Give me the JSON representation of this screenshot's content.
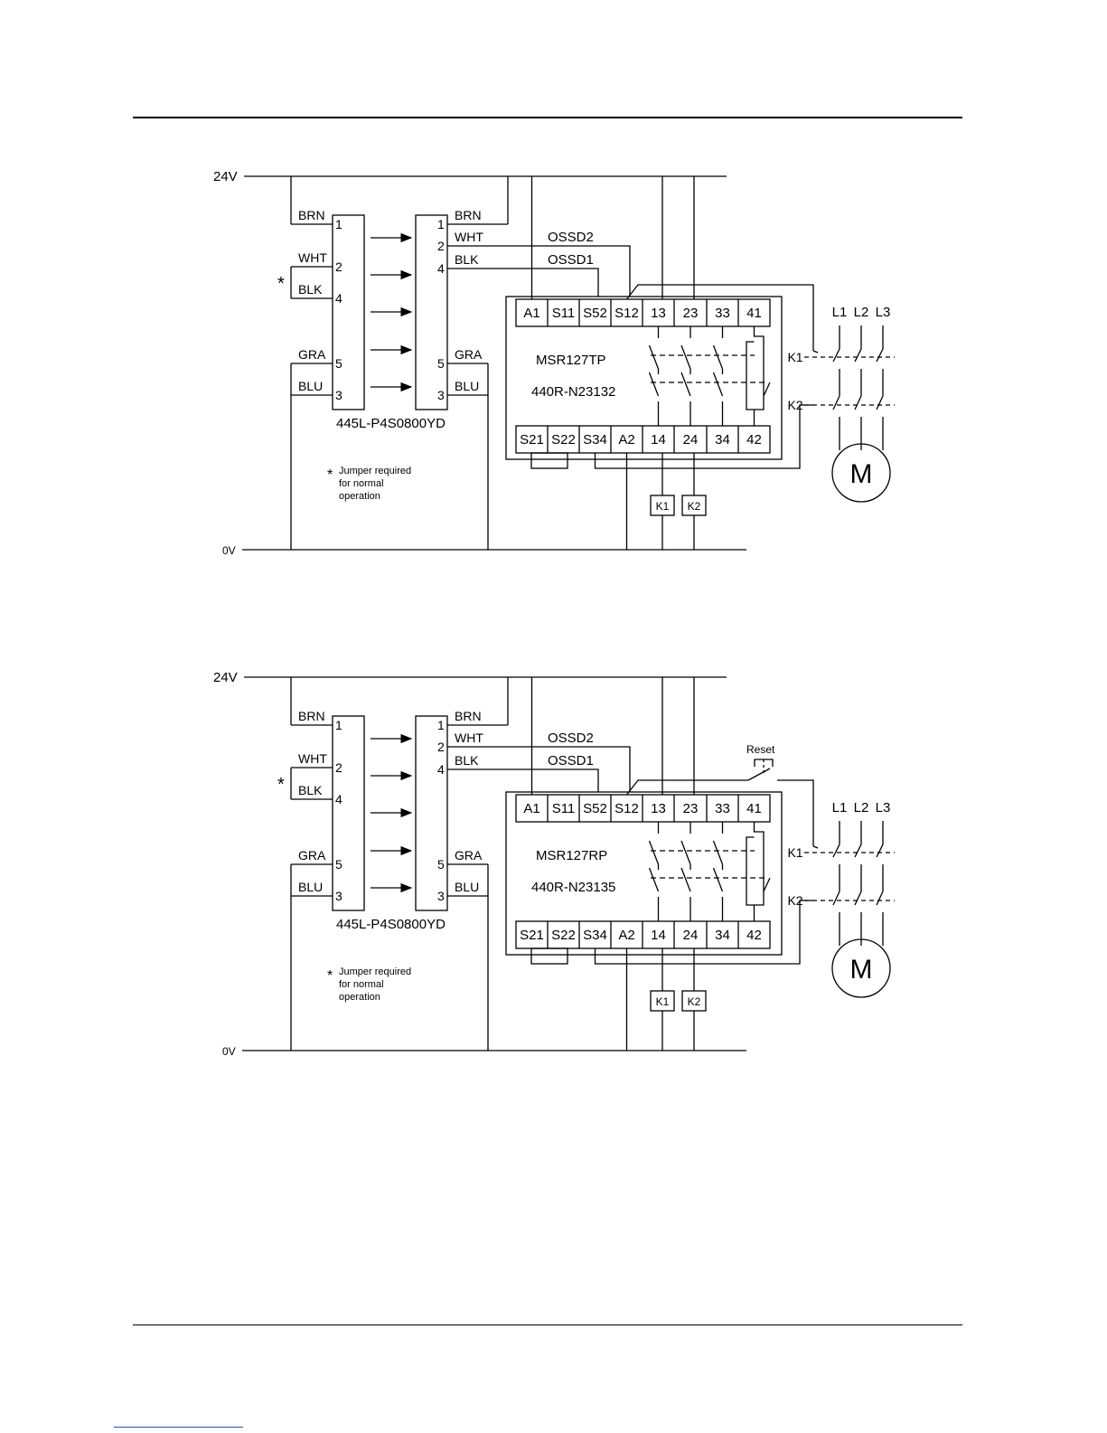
{
  "diagrams": [
    {
      "rail_positive": "24V",
      "rail_zero": "0V",
      "sensor_model": "445L-P4S0800YD",
      "transmitter": {
        "pins": [
          {
            "num": "1",
            "wire": "BRN"
          },
          {
            "num": "2",
            "wire": "WHT"
          },
          {
            "num": "4",
            "wire": "BLK"
          },
          {
            "num": "5",
            "wire": "GRA"
          },
          {
            "num": "3",
            "wire": "BLU"
          }
        ]
      },
      "receiver": {
        "pins": [
          {
            "num": "1",
            "wire": "BRN"
          },
          {
            "num": "2",
            "wire": "WHT"
          },
          {
            "num": "4",
            "wire": "BLK"
          },
          {
            "num": "5",
            "wire": "GRA"
          },
          {
            "num": "3",
            "wire": "BLU"
          }
        ]
      },
      "ossd2": "OSSD2",
      "ossd1": "OSSD1",
      "jumper_mark": "*",
      "jumper_note": [
        "Jumper required",
        "for normal",
        "operation"
      ],
      "relay_model": "MSR127TP",
      "relay_part": "440R-N23132",
      "terminals_top": [
        "A1",
        "S11",
        "S52",
        "S12",
        "13",
        "23",
        "33",
        "41"
      ],
      "terminals_bottom": [
        "S21",
        "S22",
        "S34",
        "A2",
        "14",
        "24",
        "34",
        "42"
      ],
      "contactor_k1": "K1",
      "contactor_k2": "K2",
      "phases": [
        "L1",
        "L2",
        "L3"
      ],
      "motor": "M",
      "reset": ""
    },
    {
      "rail_positive": "24V",
      "rail_zero": "0V",
      "sensor_model": "445L-P4S0800YD",
      "transmitter": {
        "pins": [
          {
            "num": "1",
            "wire": "BRN"
          },
          {
            "num": "2",
            "wire": "WHT"
          },
          {
            "num": "4",
            "wire": "BLK"
          },
          {
            "num": "5",
            "wire": "GRA"
          },
          {
            "num": "3",
            "wire": "BLU"
          }
        ]
      },
      "receiver": {
        "pins": [
          {
            "num": "1",
            "wire": "BRN"
          },
          {
            "num": "2",
            "wire": "WHT"
          },
          {
            "num": "4",
            "wire": "BLK"
          },
          {
            "num": "5",
            "wire": "GRA"
          },
          {
            "num": "3",
            "wire": "BLU"
          }
        ]
      },
      "ossd2": "OSSD2",
      "ossd1": "OSSD1",
      "jumper_mark": "*",
      "jumper_note": [
        "Jumper required",
        "for normal",
        "operation"
      ],
      "relay_model": "MSR127RP",
      "relay_part": "440R-N23135",
      "terminals_top": [
        "A1",
        "S11",
        "S52",
        "S12",
        "13",
        "23",
        "33",
        "41"
      ],
      "terminals_bottom": [
        "S21",
        "S22",
        "S34",
        "A2",
        "14",
        "24",
        "34",
        "42"
      ],
      "contactor_k1": "K1",
      "contactor_k2": "K2",
      "phases": [
        "L1",
        "L2",
        "L3"
      ],
      "motor": "M",
      "reset": "Reset"
    }
  ]
}
